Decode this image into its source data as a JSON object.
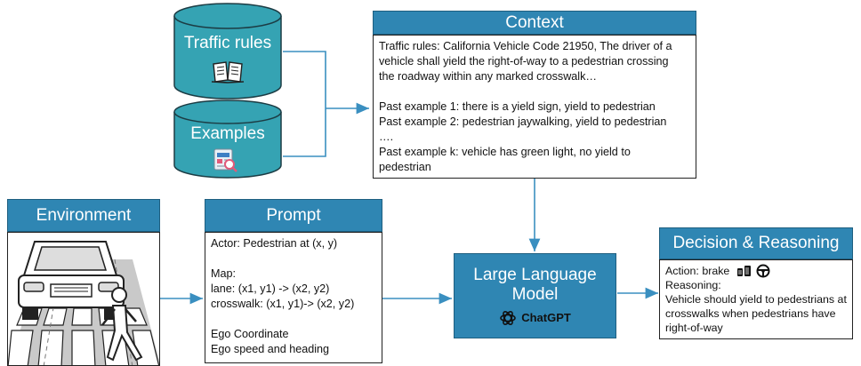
{
  "databases": {
    "traffic_rules": {
      "label": "Traffic rules"
    },
    "examples": {
      "label": "Examples"
    }
  },
  "context": {
    "title": "Context",
    "lines": [
      "Traffic rules: California Vehicle Code 21950, The driver of a",
      "vehicle shall yield the right-of-way to a pedestrian crossing",
      "the roadway within any marked crosswalk…",
      "",
      "Past example 1: there is a yield sign, yield to pedestrian",
      "Past example 2: pedestrian jaywalking, yield to pedestrian",
      "….",
      "Past example k: vehicle has green light, no yield to",
      "pedestrian"
    ]
  },
  "environment": {
    "title": "Environment"
  },
  "prompt": {
    "title": "Prompt",
    "lines": [
      "Actor: Pedestrian at (x, y)",
      "",
      "Map:",
      "lane: (x1, y1) -> (x2, y2)",
      "crosswalk: (x1, y1)-> (x2, y2)",
      "",
      "Ego Coordinate",
      "Ego speed and heading"
    ]
  },
  "llm": {
    "line1": "Large Language",
    "line2": "Model",
    "brand": "ChatGPT"
  },
  "decision": {
    "title": "Decision & Reasoning",
    "action": "Action: brake",
    "reasoning_label": "Reasoning:",
    "reasoning_lines": [
      "Vehicle should yield to pedestrians at",
      "crosswalks when pedestrians have",
      "right-of-way"
    ]
  },
  "colors": {
    "accent": "#2f86b3",
    "database": "#35a3b3",
    "arrow": "#3a8fc0"
  },
  "icons": [
    "book-icon",
    "document-search-icon",
    "pedal-icon",
    "steering-wheel-icon",
    "openai-logo-icon",
    "car-crosswalk-illustration"
  ]
}
